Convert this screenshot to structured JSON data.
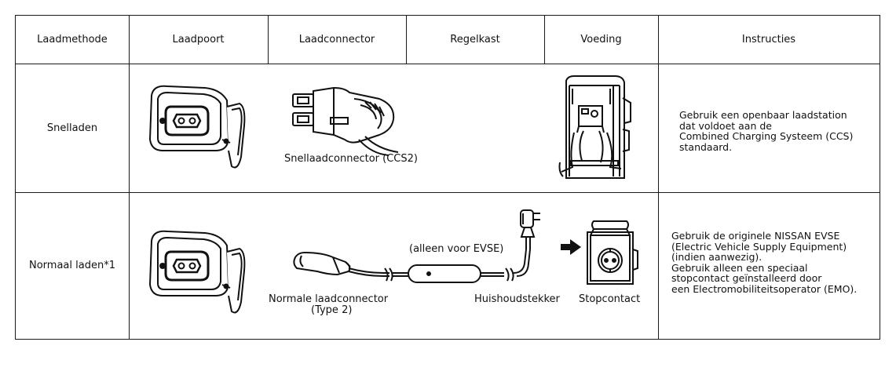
{
  "headers": [
    "Laadmethode",
    "Laadpoort",
    "Laadconnector",
    "Regelkast",
    "Voeding",
    "Instructies"
  ],
  "rows": [
    {
      "method": "Snelladen",
      "connector_label": "Snellaadconnector (CCS2)",
      "instructions": [
        "Gebruik een openbaar laadstation",
        "dat voldoet aan de",
        "Combined Charging Systeem (CCS)",
        "standaard."
      ]
    },
    {
      "method": "Normaal laden*1",
      "connector_label_line1": "Normale laadconnector",
      "connector_label_line2": "(Type 2)",
      "evse_note": "(alleen voor EVSE)",
      "plug_label": "Huishoudstekker",
      "socket_label": "Stopcontact",
      "instructions": [
        "Gebruik de originele NISSAN EVSE",
        "(Electric Vehicle Supply Equipment)",
        "(indien aanwezig).",
        "Gebruik alleen een speciaal",
        "stopcontact geïnstalleerd door",
        "een Electromobiliteitsoperator (EMO)."
      ]
    }
  ]
}
